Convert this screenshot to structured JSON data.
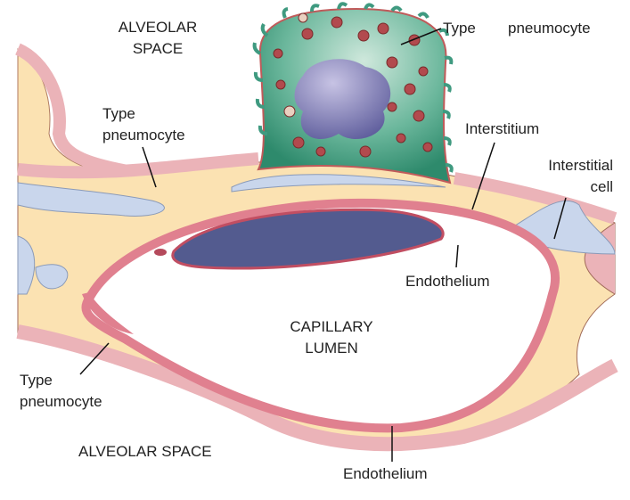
{
  "labels": {
    "alveolar_space_top": [
      "ALVEOLAR",
      "SPACE"
    ],
    "type_pneumocyte_top_right": [
      "Type",
      "pneumocyte"
    ],
    "type_pneumocyte_left_upper": [
      "Type",
      "pneumocyte"
    ],
    "interstitium": "Interstitium",
    "interstitial_cell": [
      "Interstitial",
      "cell"
    ],
    "endothelium_upper": "Endothelium",
    "capillary_lumen": [
      "CAPILLARY",
      "LUMEN"
    ],
    "type_pneumocyte_left_lower": [
      "Type",
      "pneumocyte"
    ],
    "alveolar_space_bottom": "ALVEOLAR SPACE",
    "endothelium_lower": "Endothelium"
  },
  "colors": {
    "interstitium": "#fbe2b2",
    "epithelium": "#ebb3b8",
    "endothelium": "#e0808f",
    "type2_cell": "#3f9a80",
    "nucleus": "#6a68a6",
    "endothelial_nucleus": "#535b8f",
    "interstitial_fluid": "#c9d6ec"
  }
}
